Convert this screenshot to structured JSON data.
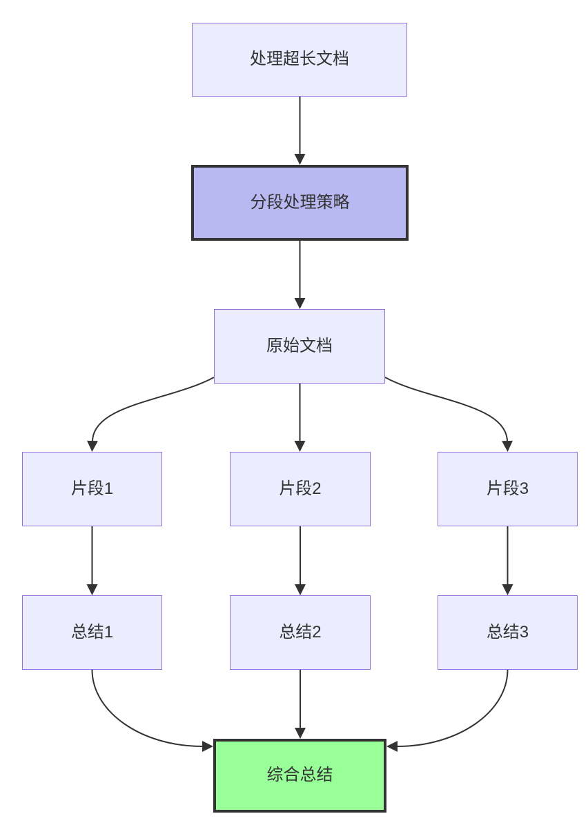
{
  "diagram": {
    "type": "flowchart",
    "direction": "top-down",
    "nodes": [
      {
        "id": "A",
        "label": "处理超长文档",
        "style": "default"
      },
      {
        "id": "B",
        "label": "分段处理策略",
        "style": "emphasis"
      },
      {
        "id": "C",
        "label": "原始文档",
        "style": "default"
      },
      {
        "id": "D1",
        "label": "片段1",
        "style": "default"
      },
      {
        "id": "D2",
        "label": "片段2",
        "style": "default"
      },
      {
        "id": "D3",
        "label": "片段3",
        "style": "default"
      },
      {
        "id": "E1",
        "label": "总结1",
        "style": "default"
      },
      {
        "id": "E2",
        "label": "总结2",
        "style": "default"
      },
      {
        "id": "E3",
        "label": "总结3",
        "style": "default"
      },
      {
        "id": "F",
        "label": "综合总结",
        "style": "success"
      }
    ],
    "edges": [
      {
        "from": "处理超长文档",
        "to": "分段处理策略"
      },
      {
        "from": "分段处理策略",
        "to": "原始文档"
      },
      {
        "from": "原始文档",
        "to": "片段1"
      },
      {
        "from": "原始文档",
        "to": "片段2"
      },
      {
        "from": "原始文档",
        "to": "片段3"
      },
      {
        "from": "片段1",
        "to": "总结1"
      },
      {
        "from": "片段2",
        "to": "总结2"
      },
      {
        "from": "片段3",
        "to": "总结3"
      },
      {
        "from": "总结1",
        "to": "综合总结"
      },
      {
        "from": "总结2",
        "to": "综合总结"
      },
      {
        "from": "总结3",
        "to": "综合总结"
      }
    ],
    "colors": {
      "node_fill": "#ECECFF",
      "node_border": "#9370DB",
      "emphasis_fill": "#B9B9F2",
      "success_fill": "#99FF99",
      "emphasis_border": "#333333",
      "edge_stroke": "#333333",
      "text": "#333333",
      "background": "#ffffff"
    }
  }
}
